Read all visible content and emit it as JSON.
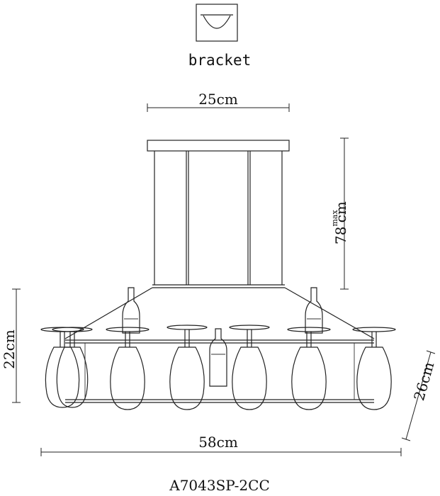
{
  "bracket": {
    "label": "bracket",
    "icon": "bracket-icon"
  },
  "dimensions": {
    "top_width": "25cm",
    "height_max_value": "78",
    "height_max_sup": "max",
    "height_max_unit": "cm",
    "body_height": "22cm",
    "depth": "26cm",
    "total_width": "58cm"
  },
  "model": "A7043SP-2CC"
}
